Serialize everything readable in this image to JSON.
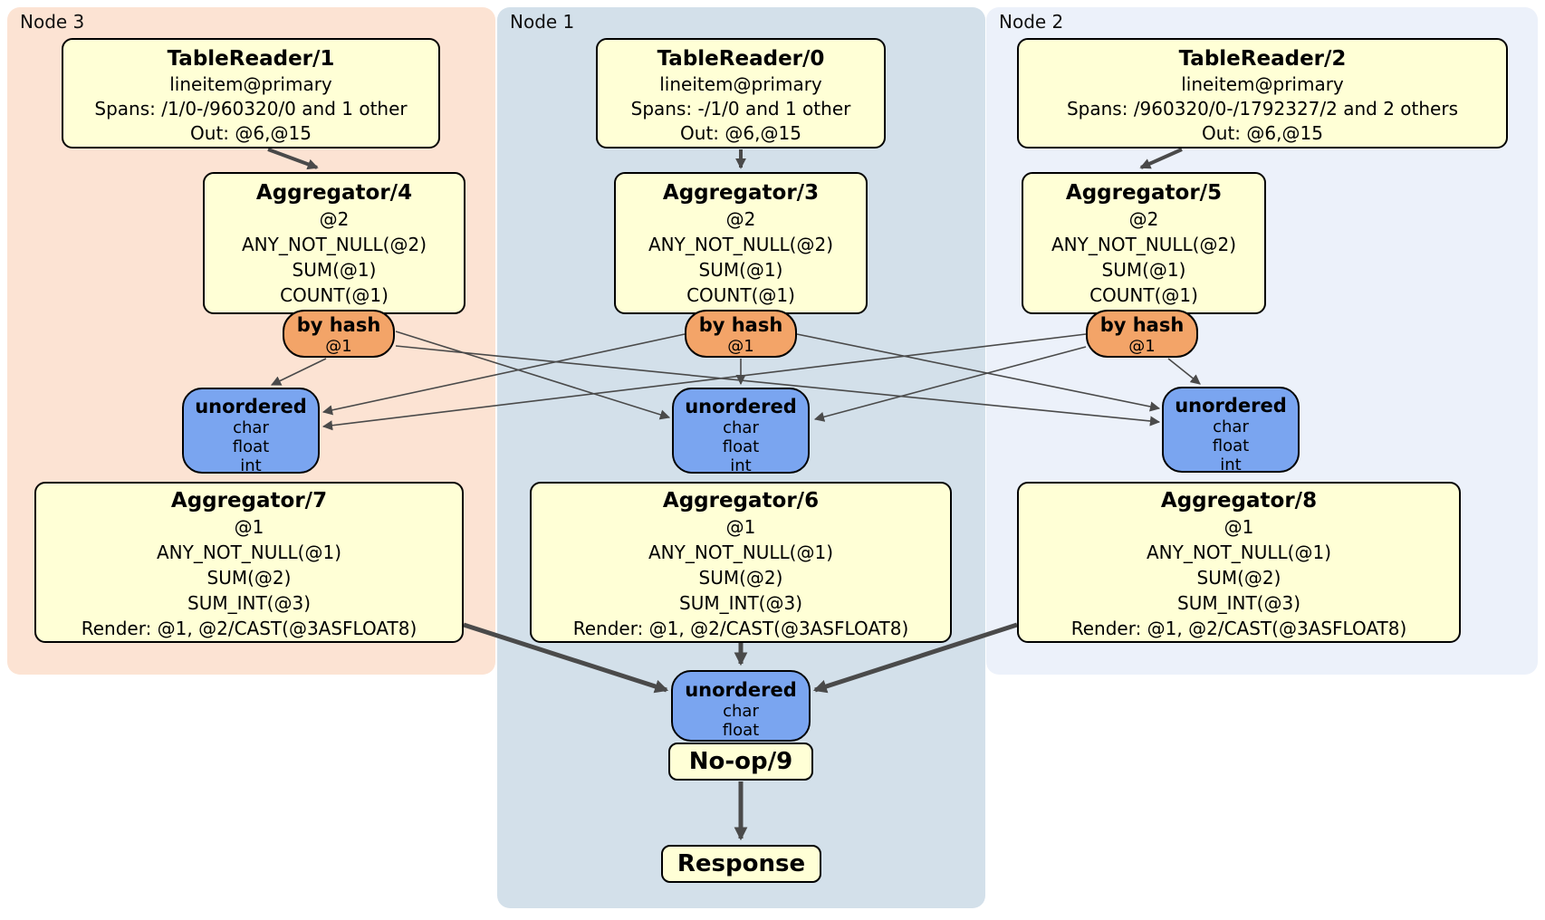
{
  "colors": {
    "node3_bg": "#fce3d3",
    "node1_bg": "#d3e0ea",
    "node2_bg": "#ecf1fa",
    "processor_box": "#ffffd6",
    "router_box": "#f3a468",
    "sync_box": "#7aa5f0",
    "edge": "#4a4a4a"
  },
  "nodes": [
    {
      "label": "Node 3",
      "table_reader": {
        "title": "TableReader/1",
        "lines": [
          "lineitem@primary",
          "Spans: /1/0-/960320/0 and 1 other",
          "Out: @6,@15"
        ]
      },
      "agg_top": {
        "title": "Aggregator/4",
        "lines": [
          "@2",
          "ANY_NOT_NULL(@2)",
          "SUM(@1)",
          "COUNT(@1)"
        ]
      },
      "router": {
        "title": "by hash",
        "detail": "@1"
      },
      "sync": {
        "title": "unordered",
        "lines": [
          "char",
          "float",
          "int"
        ]
      },
      "agg_bottom": {
        "title": "Aggregator/7",
        "lines": [
          "@1",
          "ANY_NOT_NULL(@1)",
          "SUM(@2)",
          "SUM_INT(@3)",
          "Render: @1, @2/CAST(@3ASFLOAT8)"
        ]
      }
    },
    {
      "label": "Node 1",
      "table_reader": {
        "title": "TableReader/0",
        "lines": [
          "lineitem@primary",
          "Spans: -/1/0 and 1 other",
          "Out: @6,@15"
        ]
      },
      "agg_top": {
        "title": "Aggregator/3",
        "lines": [
          "@2",
          "ANY_NOT_NULL(@2)",
          "SUM(@1)",
          "COUNT(@1)"
        ]
      },
      "router": {
        "title": "by hash",
        "detail": "@1"
      },
      "sync": {
        "title": "unordered",
        "lines": [
          "char",
          "float",
          "int"
        ]
      },
      "agg_bottom": {
        "title": "Aggregator/6",
        "lines": [
          "@1",
          "ANY_NOT_NULL(@1)",
          "SUM(@2)",
          "SUM_INT(@3)",
          "Render: @1, @2/CAST(@3ASFLOAT8)"
        ]
      }
    },
    {
      "label": "Node 2",
      "table_reader": {
        "title": "TableReader/2",
        "lines": [
          "lineitem@primary",
          "Spans: /960320/0-/1792327/2 and 2 others",
          "Out: @6,@15"
        ]
      },
      "agg_top": {
        "title": "Aggregator/5",
        "lines": [
          "@2",
          "ANY_NOT_NULL(@2)",
          "SUM(@1)",
          "COUNT(@1)"
        ]
      },
      "router": {
        "title": "by hash",
        "detail": "@1"
      },
      "sync": {
        "title": "unordered",
        "lines": [
          "char",
          "float",
          "int"
        ]
      },
      "agg_bottom": {
        "title": "Aggregator/8",
        "lines": [
          "@1",
          "ANY_NOT_NULL(@1)",
          "SUM(@2)",
          "SUM_INT(@3)",
          "Render: @1, @2/CAST(@3ASFLOAT8)"
        ]
      }
    }
  ],
  "final_stage": {
    "sync": {
      "title": "unordered",
      "lines": [
        "char",
        "float"
      ]
    },
    "noop": {
      "title": "No-op/9"
    },
    "response": {
      "title": "Response"
    }
  }
}
